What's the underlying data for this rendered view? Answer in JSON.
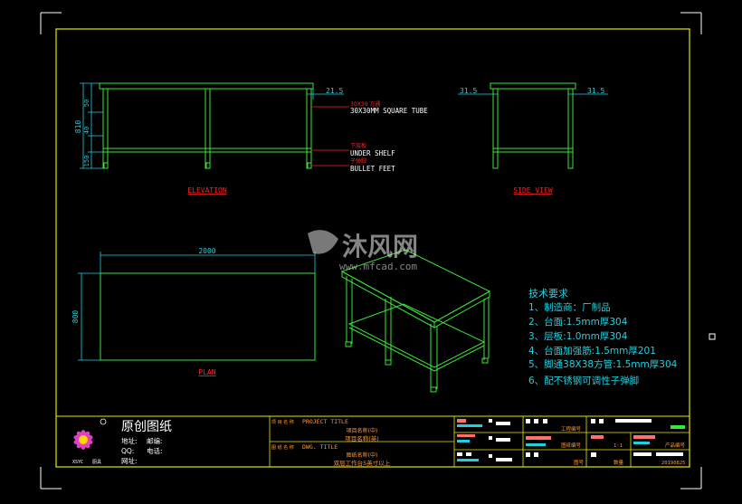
{
  "colors": {
    "frame": "#e6e600",
    "geometry": "#39e639",
    "dimension": "#1fd1e0",
    "label_red": "#ff2020",
    "text_white": "#ffffff",
    "table_orange": "#ff9933"
  },
  "elevation": {
    "title": "ELEVATION",
    "dim_810": "810",
    "dim_50": "50",
    "dim_40": "40",
    "dim_150": "150",
    "dim_21_5": "21.5",
    "tube_label_cn": "30X30 方通",
    "tube_label": "30X30MM SQUARE TUBE",
    "shelf_label_cn": "下层板",
    "shelf_label": "UNDER SHELF",
    "feet_label_cn": "子弹脚",
    "feet_label": "BULLET FEET"
  },
  "side_view": {
    "title": "SIDE VIEW",
    "dim_left": "31.5",
    "dim_right": "31.5"
  },
  "plan": {
    "title": "PLAN",
    "dim_width": "2000",
    "dim_depth": "800"
  },
  "watermark": {
    "cn": "沐风网",
    "url": "www.mfcad.com"
  },
  "tech_notes": {
    "heading": "技术要求",
    "items": [
      "1、制造商：厂制品",
      "2、台面:1.5mm厚304",
      "3、层板:1.0mm厚304",
      "4、台面加强筋:1.5mm厚201",
      "5、脚通38X38方管:1.5mm厚304",
      "6、配不锈钢可调性子弹脚"
    ]
  },
  "title_block": {
    "original": "原创图纸",
    "address": "地址:",
    "postcode": "邮编:",
    "qq": "QQ:",
    "phone": "电话:",
    "website": "网址:",
    "logo_text": "XSYC",
    "logo_sub": "厨具",
    "project_title_cn": "项 目 名 称",
    "project_title": "PROJECT TITLE",
    "project_name_label": "项目名称(中)",
    "project_name_value": "项目名称(英)",
    "dwg_title_cn": "图 纸 名 称",
    "dwg_title": "DWG. TITLE",
    "dwg_name_label": "图纸名称(中)",
    "dwg_name_value": "双层工作台5英寸以上",
    "project_no": "工程编号",
    "drawing_no": "图纸编号",
    "sheet_no": "图号",
    "scale": "1:1",
    "product_no": "产品编号",
    "quantity": "数量",
    "date": "20190825"
  }
}
